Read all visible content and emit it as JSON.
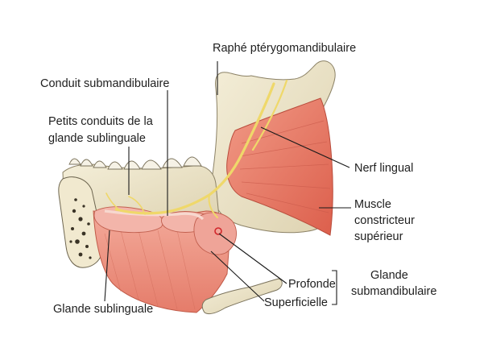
{
  "labels": {
    "raphe": "Raphé ptérygomandibulaire",
    "conduit_submandibulaire": "Conduit submandibulaire",
    "petits_conduits_line1": "Petits conduits de la",
    "petits_conduits_line2": "glande sublinguale",
    "nerf_lingual": "Nerf lingual",
    "muscle_line1": "Muscle",
    "muscle_line2": "constricteur",
    "muscle_line3": "supérieur",
    "glande_sublinguale": "Glande sublinguale",
    "profonde": "Profonde",
    "superficielle": "Superficielle",
    "glande_line1": "Glande",
    "glande_line2": "submandibulaire"
  },
  "colors": {
    "bone": "#ece3c6",
    "muscle": "#e87a68",
    "nerve": "#efd86a",
    "gland": "#f2b0a6"
  }
}
